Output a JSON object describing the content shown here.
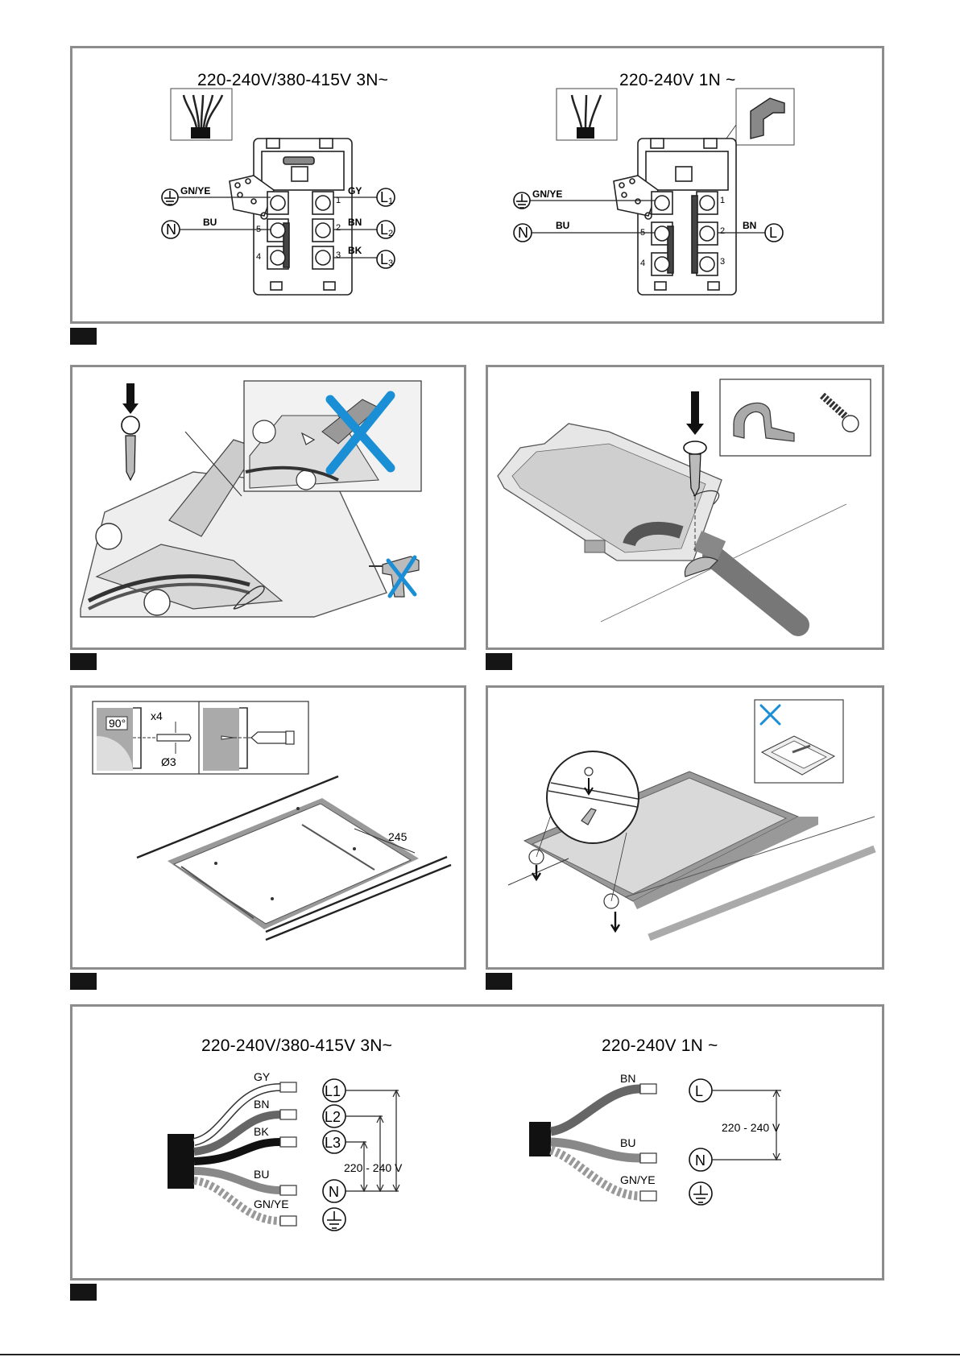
{
  "panel1": {
    "left_title": "220-240V/380-415V 3N~",
    "right_title": "220-240V 1N ~",
    "left_labels": {
      "gnye": "GN/YE",
      "bu": "BU",
      "gy": "GY",
      "bn": "BN",
      "bk": "BK",
      "n": "N",
      "l1": "L",
      "l1_sub": "1",
      "l2": "L",
      "l2_sub": "2",
      "l3": "L",
      "l3_sub": "3",
      "t1": "1",
      "t2": "2",
      "t3": "3",
      "t4": "4",
      "t5": "5"
    },
    "right_labels": {
      "gnye": "GN/YE",
      "bu": "BU",
      "bn": "BN",
      "n": "N",
      "l": "L",
      "t1": "1",
      "t2": "2",
      "t3": "3",
      "t4": "4",
      "t5": "5"
    }
  },
  "panel4": {
    "qty": "x4",
    "angle": "90°",
    "diameter": "Ø3",
    "distance": "245"
  },
  "panel6": {
    "left_title": "220-240V/380-415V 3N~",
    "right_title": "220-240V 1N ~",
    "left": {
      "gy": "GY",
      "bn": "BN",
      "bk": "BK",
      "bu": "BU",
      "gnye": "GN/YE",
      "l1": "L1",
      "l2": "L2",
      "l3": "L3",
      "n": "N",
      "voltage": "220 - 240 V"
    },
    "right": {
      "bn": "BN",
      "bu": "BU",
      "gnye": "GN/YE",
      "l": "L",
      "n": "N",
      "voltage": "220 - 240 V"
    }
  },
  "colors": {
    "frame": "#8c8c8c",
    "tab": "#151515",
    "cross": "#1a8fd6",
    "wire_grey": "#7a7a7a"
  }
}
